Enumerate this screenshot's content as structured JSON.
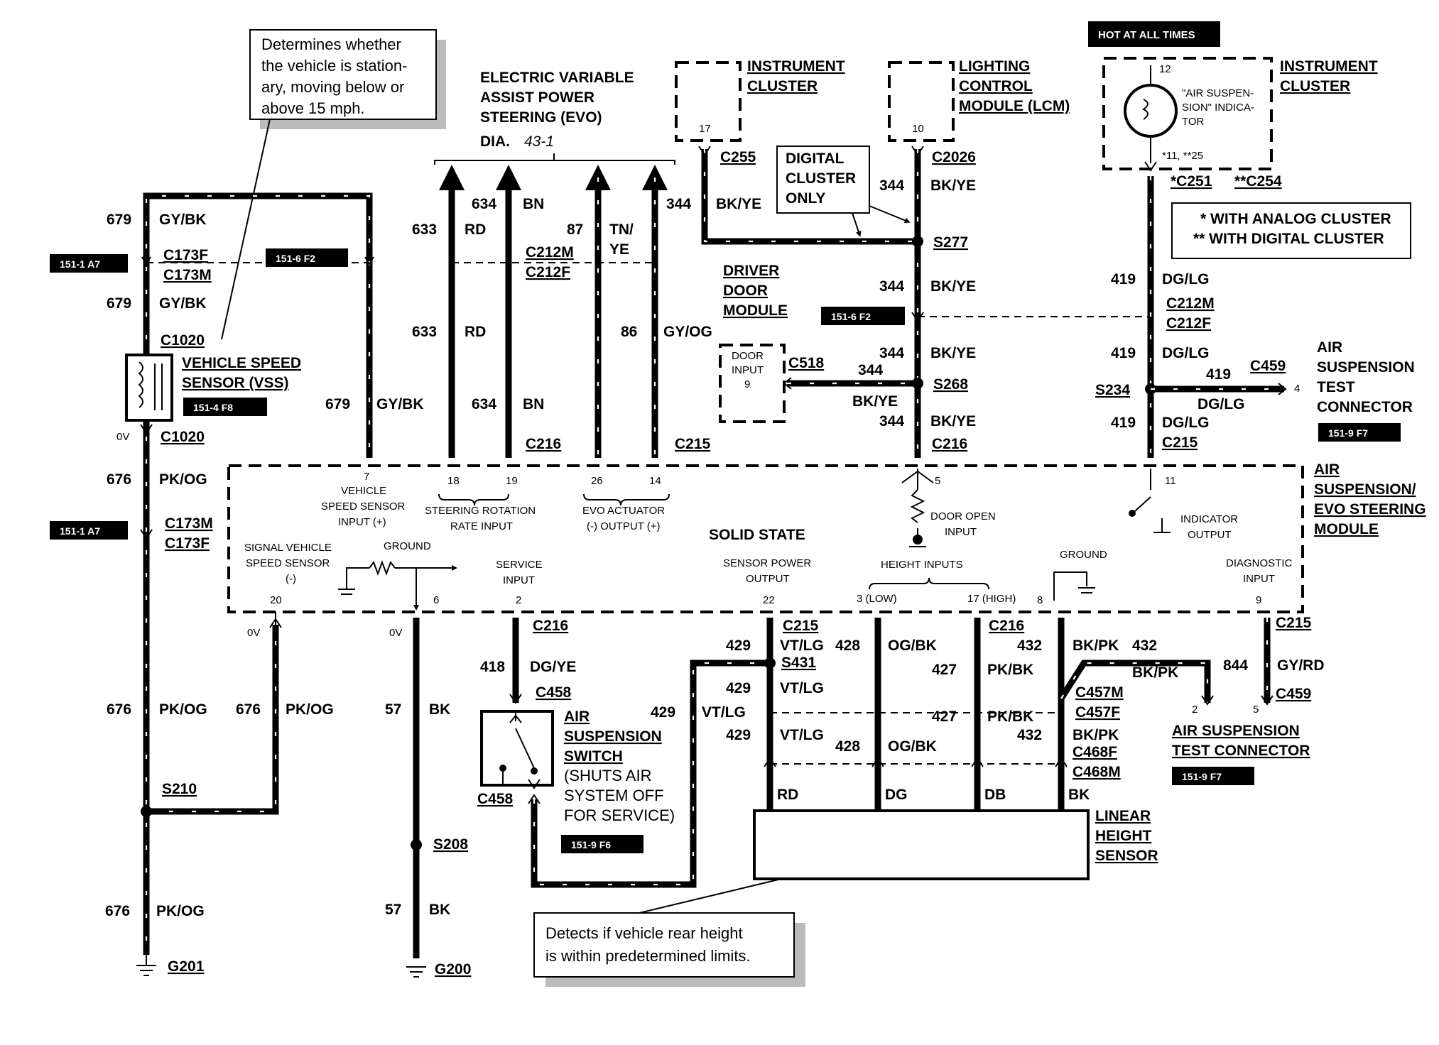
{
  "hot_banner": "HOT AT ALL TIMES",
  "notes": {
    "vss_note": [
      "Determines whether",
      "the vehicle is station-",
      "ary, moving below or",
      "above 15 mph."
    ],
    "height_note": [
      "Detects if vehicle rear height",
      "is within predetermined limits."
    ],
    "digital_only": [
      "DIGITAL",
      "CLUSTER",
      "ONLY"
    ],
    "legend": [
      "*  WITH ANALOG CLUSTER",
      "**  WITH DIGITAL CLUSTER"
    ]
  },
  "components": {
    "evo": [
      "ELECTRIC VARIABLE",
      "ASSIST POWER",
      "STEERING (EVO)",
      "DIA."
    ],
    "evo_ref": "43-1",
    "instrument_cluster_1": [
      "INSTRUMENT",
      "CLUSTER"
    ],
    "lcm": [
      "LIGHTING",
      "CONTROL",
      "MODULE (LCM)"
    ],
    "instrument_cluster_2": [
      "INSTRUMENT",
      "CLUSTER"
    ],
    "indicator": [
      "\"AIR SUSPEN-",
      "SION\" INDICA-",
      "TOR"
    ],
    "vss": [
      "VEHICLE SPEED",
      "SENSOR (VSS)"
    ],
    "driver_door": [
      "DRIVER",
      "DOOR",
      "MODULE"
    ],
    "door_input": [
      "DOOR",
      "INPUT",
      "9"
    ],
    "air_test_right": [
      "AIR",
      "SUSPENSION",
      "TEST",
      "CONNECTOR"
    ],
    "module": [
      "AIR",
      "SUSPENSION/",
      "EVO STEERING",
      "MODULE"
    ],
    "solid_state": "SOLID STATE",
    "air_switch": [
      "AIR",
      "SUSPENSION",
      "SWITCH",
      "(SHUTS AIR",
      "SYSTEM OFF",
      "FOR SERVICE)"
    ],
    "air_test_bottom": [
      "AIR SUSPENSION",
      "TEST CONNECTOR"
    ],
    "linear_height": [
      "LINEAR",
      "HEIGHT",
      "SENSOR"
    ]
  },
  "pin_labels": {
    "vss_input": [
      "VEHICLE",
      "SPEED SENSOR",
      "INPUT (+)"
    ],
    "steer_rate": [
      "STEERING ROTATION",
      "RATE INPUT"
    ],
    "evo_actuator": [
      "EVO ACTUATOR",
      "(-) OUTPUT (+)"
    ],
    "door_open": [
      "DOOR OPEN",
      "INPUT"
    ],
    "indicator_output": [
      "INDICATOR",
      "OUTPUT"
    ],
    "signal_vss": [
      "SIGNAL VEHICLE",
      "SPEED SENSOR",
      "(-)"
    ],
    "ground1": "GROUND",
    "service_input": [
      "SERVICE",
      "INPUT"
    ],
    "sensor_power": [
      "SENSOR POWER",
      "OUTPUT"
    ],
    "height_inputs": "HEIGHT INPUTS",
    "ground2": "GROUND",
    "diag_input": [
      "DIAGNOSTIC",
      "INPUT"
    ],
    "low": "3 (LOW)",
    "high": "17 (HIGH)"
  },
  "pins": {
    "p7": "7",
    "p18": "18",
    "p19": "19",
    "p26": "26",
    "p14": "14",
    "p5": "5",
    "p11": "11",
    "p20": "20",
    "p6": "6",
    "p2": "2",
    "p22": "22",
    "p8": "8",
    "p9": "9",
    "p17": "17",
    "p10": "10",
    "p12": "12",
    "p4": "4",
    "p2b": "2",
    "p5b": "5",
    "stars": "*11, **25"
  },
  "connectors": {
    "C173F": "C173F",
    "C173M": "C173M",
    "C1020a": "C1020",
    "C1020b": "C1020",
    "C173M2": "C173M",
    "C173F2": "C173F",
    "C212M": "C212M",
    "C212F": "C212F",
    "C216a": "C216",
    "C215a": "C215",
    "C255": "C255",
    "C2026": "C2026",
    "S277": "S277",
    "C518": "C518",
    "S268": "S268",
    "C216b": "C216",
    "C251": "*C251",
    "C254": "**C254",
    "C212M2": "C212M",
    "C212F2": "C212F",
    "S234": "S234",
    "C459a": "C459",
    "C215b": "C215",
    "C216c": "C216",
    "C458a": "C458",
    "C458b": "C458",
    "C215c": "C215",
    "S431": "S431",
    "C216d": "C216",
    "C457M": "C457M",
    "C457F": "C457F",
    "C468F": "C468F",
    "C468M": "C468M",
    "C215d": "C215",
    "C459b": "C459",
    "S210": "S210",
    "S208": "S208",
    "G201": "G201",
    "G200": "G200"
  },
  "wires": {
    "n679a": "679",
    "c679a": "GY/BK",
    "n679b": "679",
    "c679b": "GY/BK",
    "n679c": "679",
    "c679c": "GY/BK",
    "n633a": "633",
    "c633a": "RD",
    "n634a": "634",
    "c634a": "BN",
    "n633b": "633",
    "c633b": "RD",
    "n634b": "634",
    "c634b": "BN",
    "n87": "87",
    "c87": "TN/",
    "c87b": "YE",
    "n86": "86",
    "c86": "GY/OG",
    "n344a": "344",
    "c344a": "BK/YE",
    "n344b": "344",
    "c344b": "BK/YE",
    "n344c": "344",
    "c344c": "BK/YE",
    "n344d": "344",
    "c344d": "BK/YE",
    "n344e": "344",
    "c344e": "BK/YE",
    "n344f": "344",
    "c344f": "BK/YE",
    "n419a": "419",
    "c419a": "DG/LG",
    "n419b": "419",
    "c419b": "DG/LG",
    "n419c": "419",
    "c419c": "DG/LG",
    "n419d": "419",
    "c419d": "DG/LG",
    "n676a": "676",
    "c676a": "PK/OG",
    "n676b": "676",
    "c676b": "PK/OG",
    "n676c": "676",
    "c676c": "PK/OG",
    "n676d": "676",
    "c676d": "PK/OG",
    "n57a": "57",
    "c57a": "BK",
    "n57b": "57",
    "c57b": "BK",
    "n418": "418",
    "c418": "DG/YE",
    "n429a": "429",
    "c429a": "VT/LG",
    "n429b": "429",
    "c429b": "VT/LG",
    "n429c": "429",
    "c429c": "VT/LG",
    "n429d": "429",
    "c429d": "VT/LG",
    "n428a": "428",
    "c428a": "OG/BK",
    "n428b": "428",
    "c428b": "OG/BK",
    "n427a": "427",
    "c427a": "PK/BK",
    "n427b": "427",
    "c427b": "PK/BK",
    "n432a": "432",
    "c432a": "BK/PK",
    "n432b": "432",
    "c432b": "BK/PK",
    "n432c": "432",
    "c432c": "BK/PK",
    "n844": "844",
    "c844": "GY/RD",
    "rd": "RD",
    "dg": "DG",
    "db": "DB",
    "bk": "BK",
    "v0a": "0V",
    "v0b": "0V",
    "v0c": "0V"
  },
  "refs": {
    "r1": "151-1 A7",
    "r2": "151-6 F2",
    "r3": "151-4 F8",
    "r4": "151-1 A7",
    "r5": "151-6 F2",
    "r6": "151-9 F7",
    "r7": "151-9 F6",
    "r8": "151-9 F7"
  }
}
